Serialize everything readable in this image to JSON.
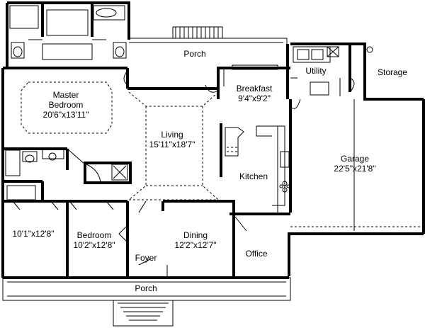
{
  "rooms": {
    "porch_back": {
      "name": "Porch"
    },
    "utility": {
      "name": "Utility"
    },
    "storage": {
      "name": "Storage"
    },
    "master_bedroom": {
      "name_line1": "Master",
      "name_line2": "Bedroom",
      "dims": "20'6\"x13'11\""
    },
    "breakfast": {
      "name": "Breakfast",
      "dims": "9'4\"x9'2\""
    },
    "living": {
      "name": "Living",
      "dims": "15'11\"x18'7\""
    },
    "garage": {
      "name": "Garage",
      "dims": "22'5\"x21'8\""
    },
    "kitchen": {
      "name": "Kitchen"
    },
    "bedroom_left": {
      "dims": "10'1\"x12'8\""
    },
    "bedroom_mid": {
      "name": "Bedroom",
      "dims": "10'2\"x12'8\""
    },
    "dining": {
      "name": "Dining",
      "dims": "12'2\"x12'7\""
    },
    "office": {
      "name": "Office"
    },
    "foyer": {
      "name": "Foyer"
    },
    "porch_front": {
      "name": "Porch"
    }
  }
}
